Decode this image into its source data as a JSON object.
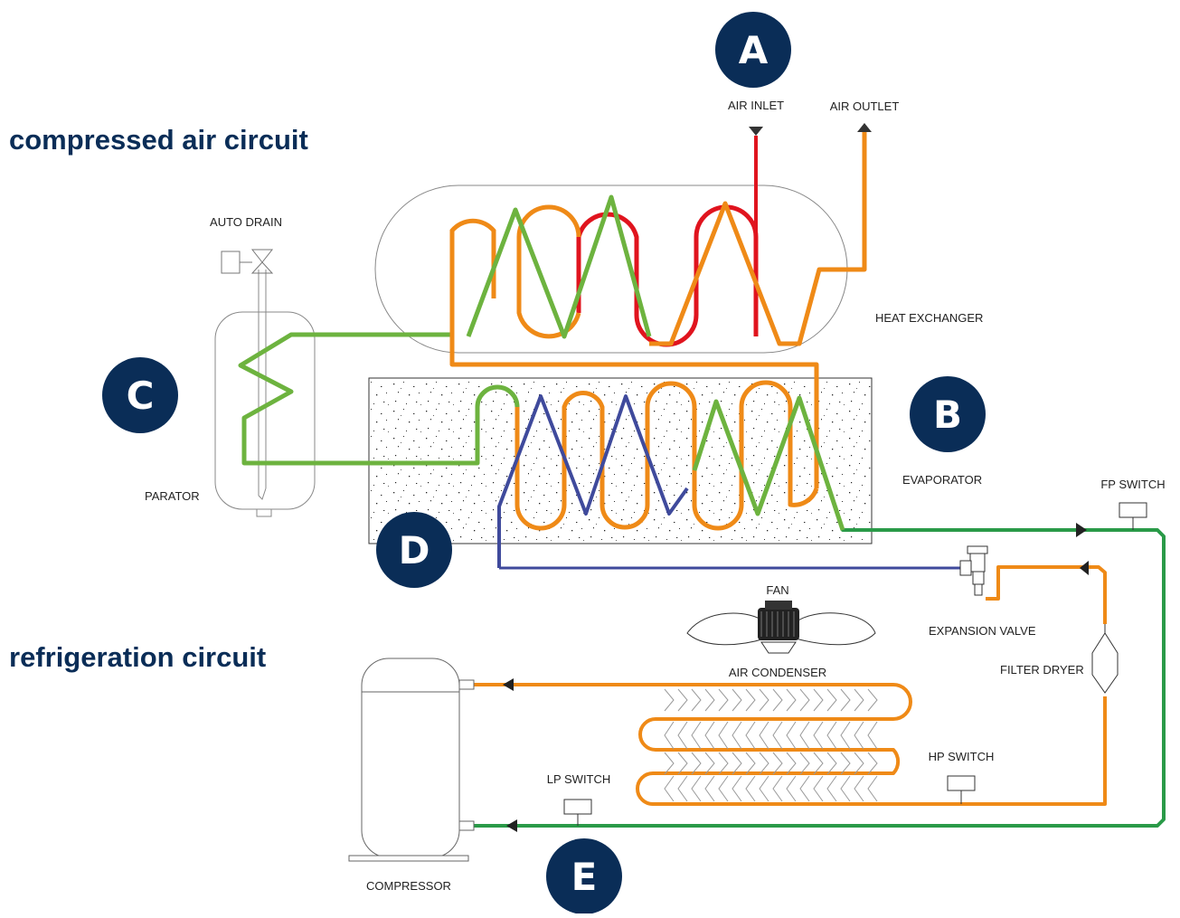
{
  "headings": {
    "compressed_air": "compressed air circuit",
    "refrigeration": "refrigeration circuit"
  },
  "badges": {
    "a": "A",
    "b": "B",
    "c": "C",
    "d": "D",
    "e": "E"
  },
  "labels": {
    "air_inlet": "AIR INLET",
    "air_outlet": "AIR OUTLET",
    "auto_drain": "AUTO DRAIN",
    "heat_exchanger": "HEAT EXCHANGER",
    "separator": "PARATOR",
    "evaporator": "EVAPORATOR",
    "fp_switch": "FP SWITCH",
    "fan": "FAN",
    "expansion_valve": "EXPANSION VALVE",
    "filter_dryer": "FILTER DRYER",
    "air_condenser": "AIR CONDENSER",
    "hp_switch": "HP SWITCH",
    "lp_switch": "LP SWITCH",
    "compressor": "COMPRESSOR"
  },
  "colors": {
    "heading": "#0a2d57",
    "badge": "#0a2d57",
    "hot_air": "#e0141e",
    "warm_line": "#ef8a17",
    "cold_air": "#6db33f",
    "refrigerant_low": "#3f4a9c",
    "suction_line": "#2a9a48",
    "outline": "#8a8a8a"
  },
  "icons": [
    "fan-icon",
    "compressor-icon",
    "filter-dryer-icon",
    "expansion-valve-icon",
    "auto-drain-valve-icon",
    "pressure-switch-icon"
  ]
}
